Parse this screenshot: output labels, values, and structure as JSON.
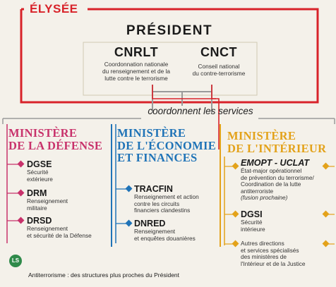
{
  "elysee": {
    "label": "ÉLYSÉE"
  },
  "president": {
    "label": "PRÉSIDENT"
  },
  "cnrlt": {
    "acronym": "CNRLT",
    "desc_lines": [
      "Coordonnation nationale",
      "du renseignement et de la",
      "lutte contre le terrorisme"
    ]
  },
  "cnct": {
    "acronym": "CNCT",
    "desc_lines": [
      "Conseil national",
      "du contre-terrorisme"
    ]
  },
  "coordinate_label": "coordonnent les services",
  "ministries": {
    "defense": {
      "title_lines": [
        "MINISTÈRE",
        "DE LA DÉFENSE"
      ],
      "items": [
        {
          "acronym": "DGSE",
          "desc_lines": [
            "Sécurité",
            "extérieure"
          ]
        },
        {
          "acronym": "DRM",
          "desc_lines": [
            "Renseignement",
            "militaire"
          ]
        },
        {
          "acronym": "DRSD",
          "desc_lines": [
            "Renseignement",
            "et sécurité de la Défense"
          ]
        }
      ]
    },
    "economie": {
      "title_lines": [
        "MINISTÈRE",
        "DE L'ÉCONOMIE",
        "ET FINANCES"
      ],
      "items": [
        {
          "acronym": "TRACFIN",
          "desc_lines": [
            "Renseignement et action",
            "contre les circuits",
            "financiers clandestins"
          ]
        },
        {
          "acronym": "DNRED",
          "desc_lines": [
            "Renseignement",
            "et enquêtes douanières"
          ]
        }
      ]
    },
    "interieur": {
      "title_lines": [
        "MINISTÈRE",
        "DE L'INTÉRIEUR"
      ],
      "items": [
        {
          "acronym": "EMOPT - UCLAT",
          "desc_lines": [
            "État-major opérationnel",
            "de prévention du terrorisme/",
            "Coordination de la lutte",
            "antiterroriste"
          ],
          "note": "(fusion prochaine)"
        },
        {
          "acronym": "DGSI",
          "desc_lines": [
            "Sécurité",
            "intérieure"
          ]
        },
        {
          "acronym": "",
          "desc_lines": [
            "Autres directions",
            "et services spécialisés",
            "des ministères de",
            "l'Intérieur et de la Justice"
          ]
        }
      ]
    }
  },
  "logo_text": "LS",
  "footer": "Antiterrorisme : des structures plus proches du Président",
  "colors": {
    "red": "#d8232a",
    "pink": "#c8326b",
    "blue": "#1f73b7",
    "gold": "#e3a21a",
    "gray": "#9a9a9a"
  }
}
